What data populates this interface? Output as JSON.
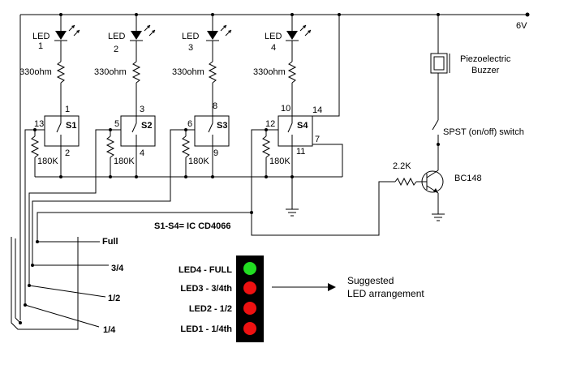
{
  "supply": {
    "label": "6V"
  },
  "leds": [
    {
      "name": "LED",
      "num": "1",
      "resistor": "330ohm"
    },
    {
      "name": "LED",
      "num": "2",
      "resistor": "330ohm"
    },
    {
      "name": "LED",
      "num": "3",
      "resistor": "330ohm"
    },
    {
      "name": "LED",
      "num": "4",
      "resistor": "330ohm"
    }
  ],
  "switches": [
    {
      "label": "S1",
      "pin_top": "1",
      "pin_bottom": "2",
      "pin_ctrl": "13",
      "pulldown": "180K"
    },
    {
      "label": "S2",
      "pin_top": "3",
      "pin_bottom": "4",
      "pin_ctrl": "5",
      "pulldown": "180K"
    },
    {
      "label": "S3",
      "pin_top": "8",
      "pin_bottom": "9",
      "pin_ctrl": "6",
      "pulldown": "180K"
    },
    {
      "label": "S4",
      "pin_top": "10",
      "pin_bottom": "11",
      "pin_ctrl": "12",
      "pin_vdd": "14",
      "pin_vss": "7",
      "pulldown": "180K"
    }
  ],
  "buzzer": {
    "line1": "Piezoelectric",
    "line2": "Buzzer"
  },
  "spst": {
    "label": "SPST (on/off) switch"
  },
  "transistor": {
    "label": "BC148",
    "base_resistor": "2.2K"
  },
  "ic_note": "S1-S4= IC CD4066",
  "tank_levels": [
    "Full",
    "3/4",
    "1/2",
    "1/4"
  ],
  "arrangement": {
    "rows": [
      {
        "label": "LED4 - FULL",
        "color": "#22dd22"
      },
      {
        "label": "LED3 - 3/4th",
        "color": "#ee1111"
      },
      {
        "label": "LED2 - 1/2",
        "color": "#ee1111"
      },
      {
        "label": "LED1 - 1/4th",
        "color": "#ee1111"
      }
    ],
    "caption_line1": "Suggested",
    "caption_line2": "LED arrangement"
  }
}
